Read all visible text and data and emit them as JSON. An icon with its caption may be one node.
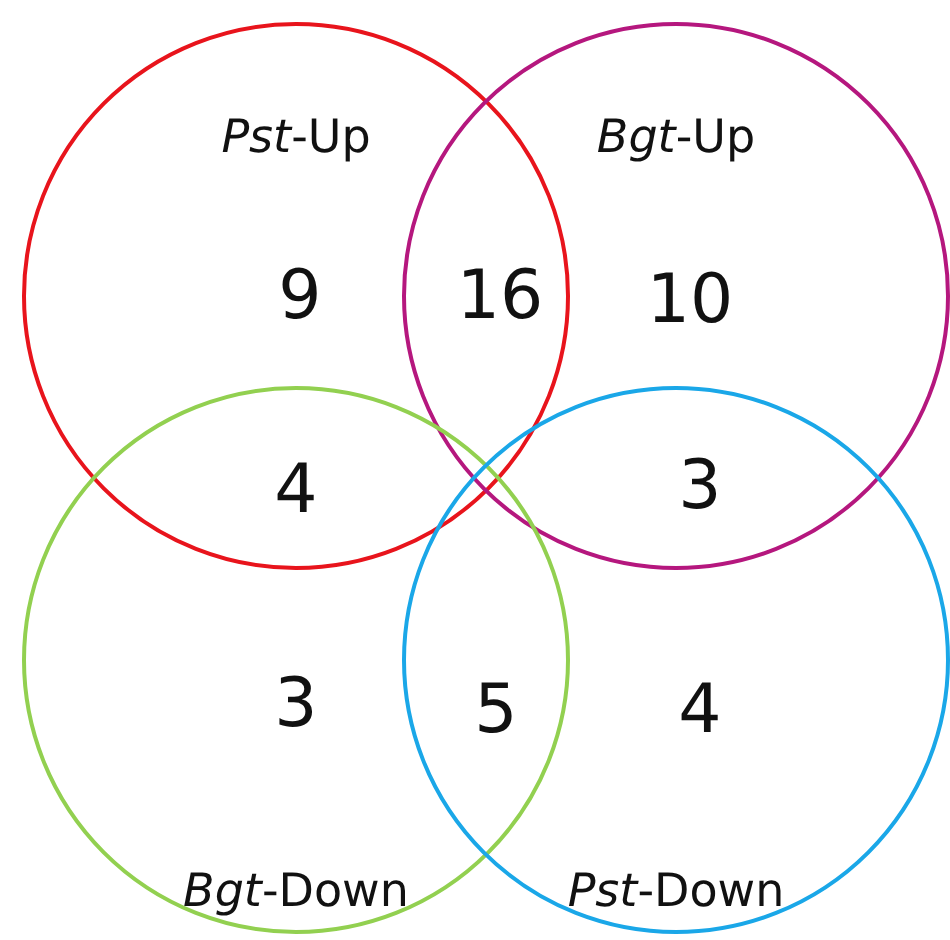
{
  "diagram": {
    "nodes": [
      {
        "text": [
          "*Pst*-Up"
        ]
      },
      {
        "text": [
          "*Bgt*-Up"
        ]
      },
      {
        "text": [
          "*Bgt*-Down"
        ]
      },
      {
        "text": [
          "*Pst*-Down"
        ]
      }
    ],
    "labels": [
      "9",
      "16",
      "10",
      "4",
      "3",
      "3",
      "5",
      "4"
    ]
  }
}
